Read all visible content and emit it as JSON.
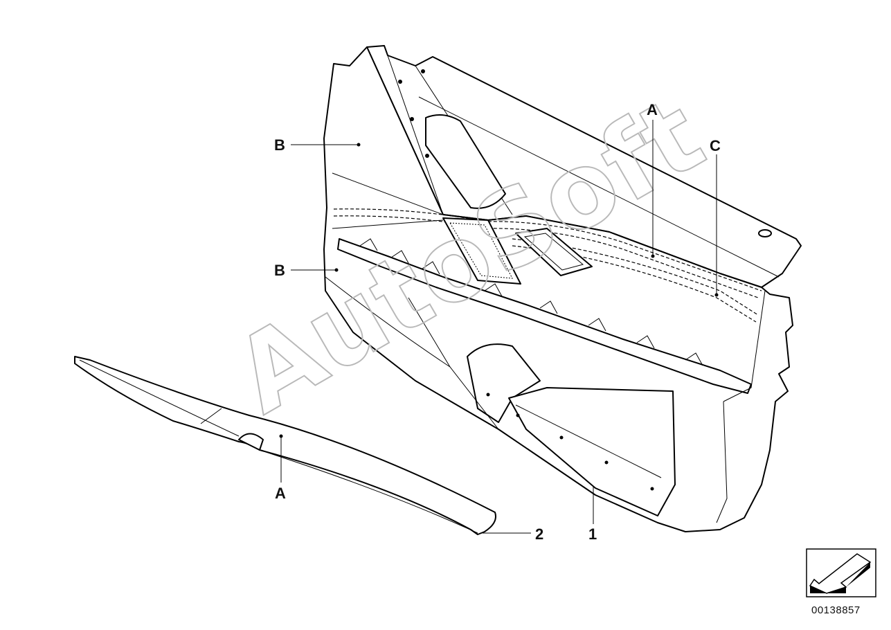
{
  "diagram": {
    "callouts": {
      "b_upper": "B",
      "b_lower": "B",
      "a_panel": "A",
      "c_panel": "C",
      "a_strip": "A",
      "item_1": "1",
      "item_2": "2"
    },
    "watermark": "AutoSoft",
    "part_number": "00138857",
    "icons": {
      "direction_arrow": "arrow-down-left-icon"
    }
  }
}
